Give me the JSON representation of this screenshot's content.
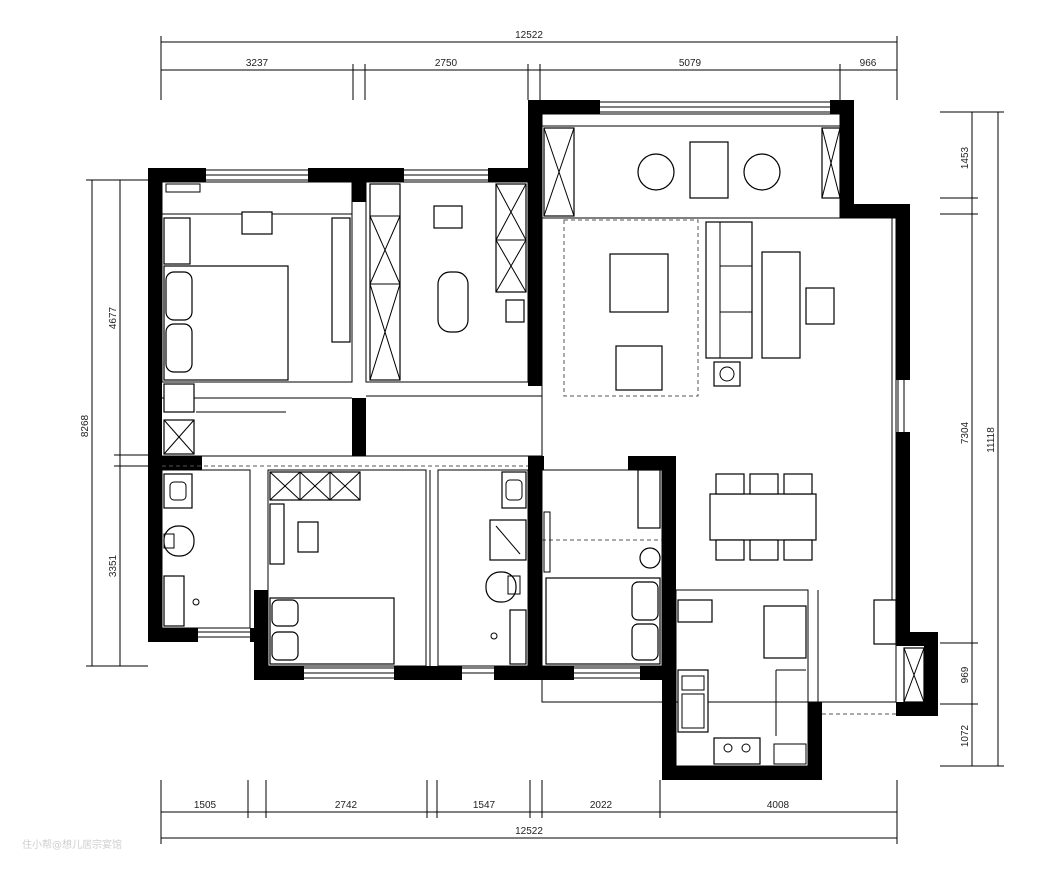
{
  "dimensions": {
    "top_total": "12522",
    "top_segments": [
      "3237",
      "2750",
      "5079",
      "966"
    ],
    "bottom_total": "12522",
    "bottom_segments": [
      "1505",
      "2742",
      "1547",
      "2022",
      "4008"
    ],
    "left_total": "8268",
    "left_segments": [
      "4677",
      "3351"
    ],
    "right_total": "11118",
    "right_segments": [
      "1453",
      "7304",
      "969",
      "1072"
    ]
  },
  "watermark": "住小帮@想儿居宗宴馆"
}
